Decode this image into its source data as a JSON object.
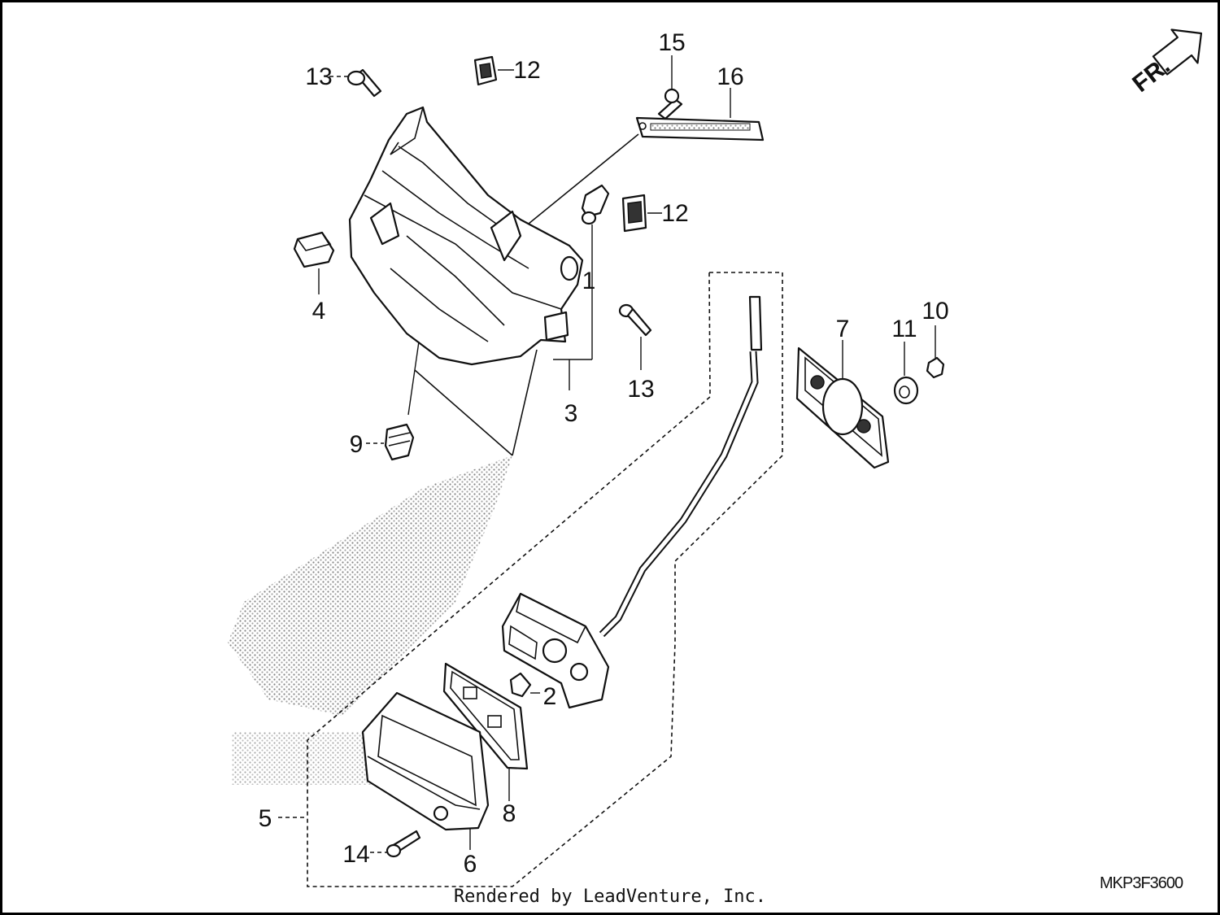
{
  "diagram": {
    "orientation_label": "FR.",
    "part_labels": [
      "1",
      "2",
      "3",
      "4",
      "5",
      "6",
      "7",
      "8",
      "9",
      "10",
      "11",
      "12",
      "12",
      "13",
      "13",
      "14",
      "15",
      "16"
    ],
    "drawing_code": "MKP3F3600"
  },
  "footer": {
    "credit": "Rendered by LeadVenture, Inc."
  }
}
